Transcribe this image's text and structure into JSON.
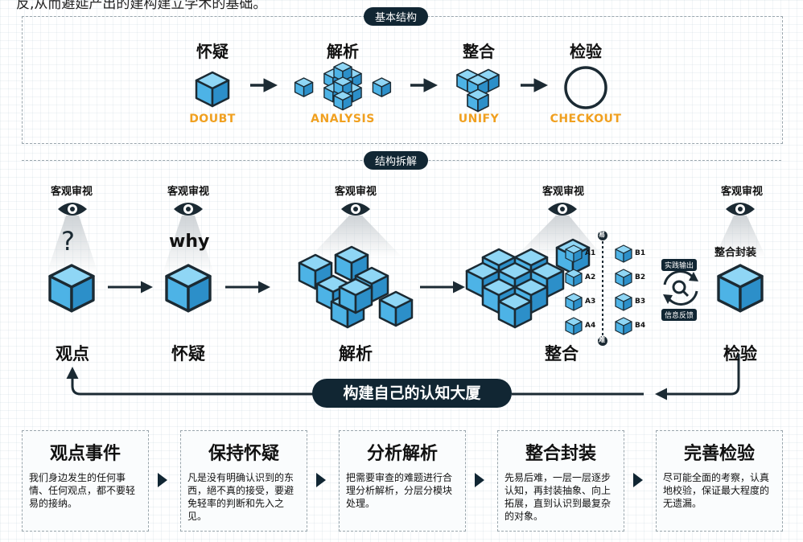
{
  "top_text": "反,从而避延产出的建构建立学术的基础。",
  "section1": {
    "label": "基本结构",
    "steps": [
      {
        "cn": "怀疑",
        "en": "DOUBT"
      },
      {
        "cn": "解析",
        "en": "ANALYSIS"
      },
      {
        "cn": "整合",
        "en": "UNIFY"
      },
      {
        "cn": "检验",
        "en": "CHECKOUT"
      }
    ]
  },
  "section2": {
    "label": "结构拆解",
    "eye_label": "客观审视",
    "question_mark": "?",
    "why": "why",
    "stages": [
      "观点",
      "怀疑",
      "解析",
      "整合",
      "检验"
    ],
    "top_marker": "易",
    "bottom_marker": "难",
    "a_labels": [
      "A1",
      "A2",
      "A3",
      "A4"
    ],
    "b_labels": [
      "B1",
      "B2",
      "B3",
      "B4"
    ],
    "practice_output": "实践输出",
    "info_feedback": "信息反馈",
    "wrap_label": "整合封装",
    "banner": "构建自己的认知大厦"
  },
  "cards": [
    {
      "title": "观点事件",
      "desc": "我们身边发生的任何事情、任何观点，都不要轻易的接纳。"
    },
    {
      "title": "保持怀疑",
      "desc": "凡是没有明确认识到的东西，絕不真的接受，要避免轻率的判断和先入之见。"
    },
    {
      "title": "分析解析",
      "desc": "把需要审查的难题进行合理分析解析，分层分模块处理。"
    },
    {
      "title": "整合封装",
      "desc": "先易后难，一层一层逐步认知，再封装抽象、向上拓展，直到认识到最复杂的对象。"
    },
    {
      "title": "完善检验",
      "desc": "尽可能全面的考察，认真地校验，保证最大程度的无遗漏。"
    }
  ],
  "colors": {
    "navy": "#112633",
    "cube_blue": "#4db3e6",
    "accent_orange": "#f0a020"
  },
  "icons": [
    "cube-icon",
    "arrow-right-icon",
    "circle-icon",
    "eye-icon",
    "question-icon",
    "refresh-search-icon"
  ]
}
